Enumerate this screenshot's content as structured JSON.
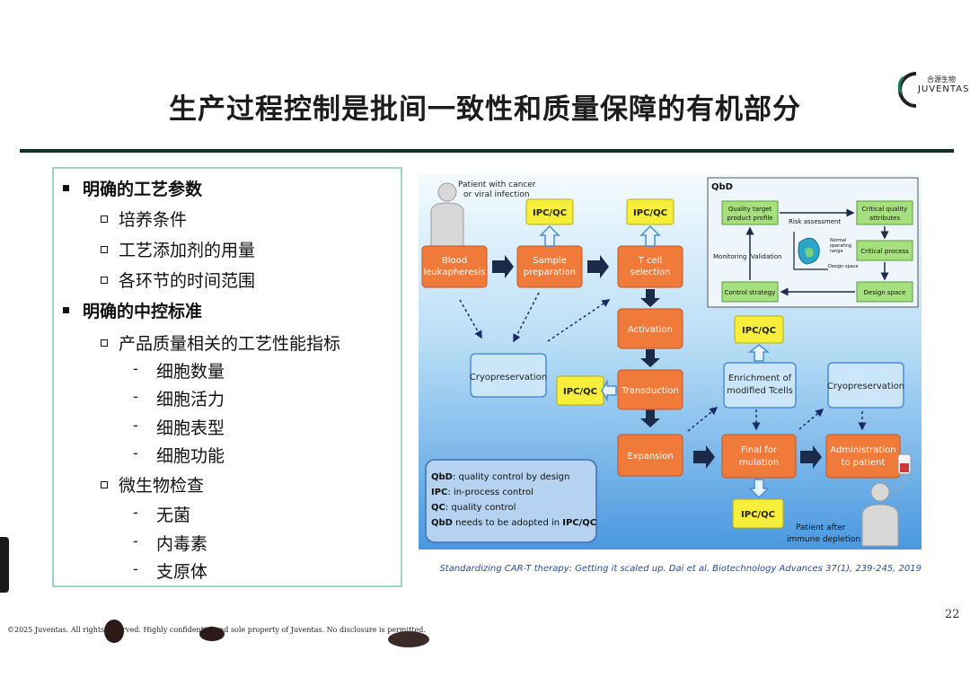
{
  "slide": {
    "title": "生产过程控制是批间一致性和质量保障的有机部分",
    "page_number": "22",
    "footer": "©2025 Juventas. All rights reserved. Highly confidential and sole property of Juventas. No disclosure is permitted.",
    "caption": "Standardizing CAR-T therapy: Getting it scaled up. Dai et al. Biotechnology Advances 37(1), 239-245, 2019"
  },
  "logo": {
    "cn": "合源生物",
    "en": "JUVENTAS",
    "color": "#1f7a5c"
  },
  "bullets": {
    "b1": "明确的工艺参数",
    "b1_1": "培养条件",
    "b1_2": "工艺添加剂的用量",
    "b1_3": "各环节的时间范围",
    "b2": "明确的中控标准",
    "b2_1": "产品质量相关的工艺性能指标",
    "b2_1_1": "细胞数量",
    "b2_1_2": "细胞活力",
    "b2_1_3": "细胞表型",
    "b2_1_4": "细胞功能",
    "b2_2": "微生物检查",
    "b2_2_1": "无菌",
    "b2_2_2": "内毒素",
    "b2_2_3": "支原体"
  },
  "diagram": {
    "patient_top": [
      "Patient with cancer",
      "or viral infection"
    ],
    "blood": [
      "Blood",
      "leukapheresis"
    ],
    "sample": [
      "Sample",
      "preparation"
    ],
    "tcell": [
      "T cell",
      "selection"
    ],
    "activation": "Activation",
    "transduction": "Transduction",
    "expansion": "Expansion",
    "final": [
      "Final for",
      "mulation"
    ],
    "administration": [
      "Administration",
      "to patient"
    ],
    "cryo1": "Cryopreservation",
    "cryo2": "Cryopreservation",
    "enrichment": [
      "Enrichment of",
      "modified Tcells"
    ],
    "ipcqc": "IPC/QC",
    "qbd": {
      "title": "QbD",
      "qtpp": [
        "Quality target",
        "product profile"
      ],
      "risk": "Risk assessment",
      "cqa": [
        "Critical quality",
        "attributes"
      ],
      "cp": "Critical process",
      "ds": "Design space",
      "cs": "Control strategy",
      "monitoring": "Monitoring",
      "validation": "Validation",
      "normal": [
        "Normal",
        "operating",
        "range"
      ],
      "design_space_small": "Design space"
    },
    "legend": [
      {
        "term": "QbD",
        "text": ": quality control by design"
      },
      {
        "term": "IPC",
        "text": ": in-process control"
      },
      {
        "term": "QC",
        "text": ": quality control"
      },
      {
        "term": "QbD",
        "text": " needs to be adopted in ",
        "tail": "IPC/QC"
      }
    ],
    "patient_bottom": [
      "Patient after",
      "immune depletion"
    ],
    "colors": {
      "orange": "#f07a3a",
      "yellow": "#f6ee3a",
      "green": "#a6e07e",
      "bg_top": "#eaf6fc",
      "bg_bottom": "#4c9be0"
    }
  }
}
